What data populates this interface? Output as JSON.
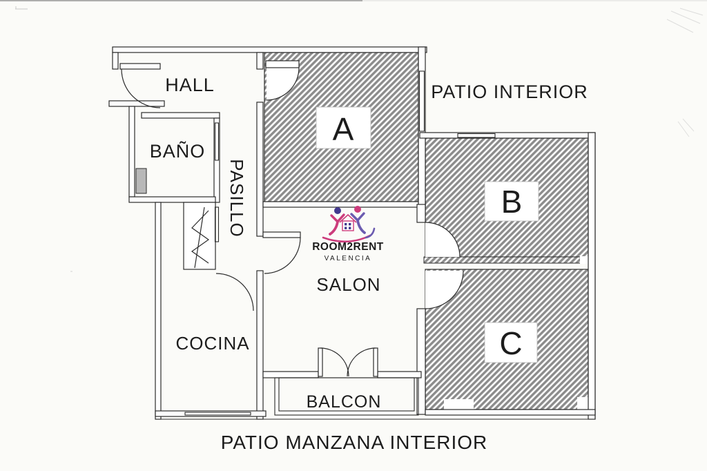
{
  "page": {
    "background": "#fbfbf8",
    "line_color": "#2b2b2b",
    "hatch_color": "#8c8c8c"
  },
  "rooms": {
    "hall": "HALL",
    "bano": "BAÑO",
    "pasillo": "PASILLO",
    "cocina": "COCINA",
    "salon": "SALON",
    "balcon": "BALCON",
    "room_a": "A",
    "room_b": "B",
    "room_c": "C"
  },
  "areas": {
    "patio_interior": "PATIO INTERIOR",
    "patio_manzana": "PATIO MANZANA INTERIOR"
  },
  "logo": {
    "name": "ROOM2RENT",
    "city": "VALENCIA",
    "pink": "#cc3c7c",
    "purple": "#6b5bb0"
  }
}
